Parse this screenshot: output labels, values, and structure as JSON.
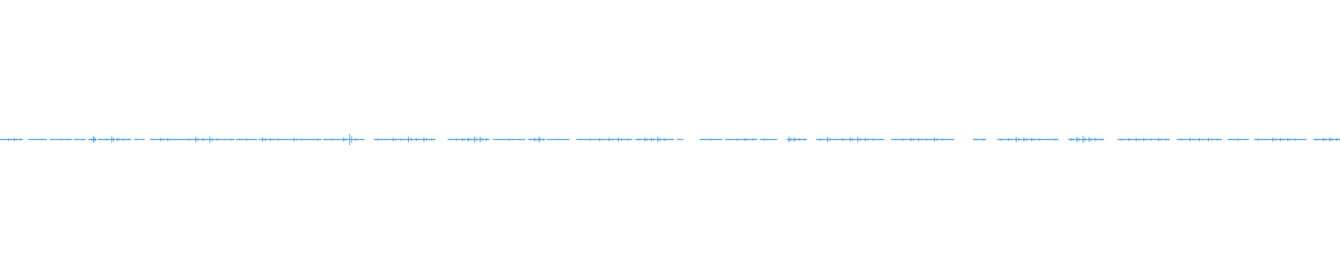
{
  "waveform": {
    "color": "#4a9fd8",
    "segments": [
      {
        "start": 0.0,
        "end": 0.017,
        "peaks": [
          0.2,
          0.35,
          0.5,
          0.3
        ]
      },
      {
        "start": 0.021,
        "end": 0.035,
        "peaks": [
          0.15,
          0.2
        ]
      },
      {
        "start": 0.037,
        "end": 0.054,
        "peaks": [
          0.15,
          0.25,
          0.2
        ]
      },
      {
        "start": 0.055,
        "end": 0.064,
        "peaks": [
          0.15,
          0.2
        ]
      },
      {
        "start": 0.066,
        "end": 0.072,
        "peaks": [
          0.2,
          0.3,
          1.0,
          0.4
        ]
      },
      {
        "start": 0.073,
        "end": 0.098,
        "peaks": [
          0.2,
          0.3,
          0.9,
          0.5,
          0.3,
          0.2
        ]
      },
      {
        "start": 0.1,
        "end": 0.108,
        "peaks": [
          0.2,
          0.15
        ]
      },
      {
        "start": 0.112,
        "end": 0.175,
        "peaks": [
          0.2,
          0.5,
          0.4,
          0.2,
          0.2,
          0.3,
          0.8,
          0.4,
          0.9,
          0.3,
          0.2,
          0.3
        ]
      },
      {
        "start": 0.176,
        "end": 0.192,
        "peaks": [
          0.25,
          0.3,
          0.2
        ]
      },
      {
        "start": 0.193,
        "end": 0.24,
        "peaks": [
          0.6,
          0.4,
          0.3,
          0.2,
          0.5,
          0.3,
          0.2,
          0.3
        ]
      },
      {
        "start": 0.241,
        "end": 0.272,
        "peaks": [
          0.2,
          0.3,
          0.2,
          0.6,
          1.6,
          0.3,
          0.2
        ]
      },
      {
        "start": 0.279,
        "end": 0.325,
        "peaks": [
          0.3,
          0.2,
          0.5,
          0.3,
          0.8,
          0.4,
          0.7,
          0.3
        ]
      },
      {
        "start": 0.334,
        "end": 0.365,
        "peaks": [
          0.2,
          0.3,
          0.4,
          0.6,
          0.9,
          0.8,
          0.4
        ]
      },
      {
        "start": 0.368,
        "end": 0.392,
        "peaks": [
          0.2,
          0.3,
          0.2
        ]
      },
      {
        "start": 0.394,
        "end": 0.407,
        "peaks": [
          0.2,
          0.5,
          0.8,
          0.3
        ]
      },
      {
        "start": 0.408,
        "end": 0.425,
        "peaks": [
          0.15,
          0.2,
          0.15
        ]
      },
      {
        "start": 0.43,
        "end": 0.472,
        "peaks": [
          0.2,
          0.3,
          0.4,
          0.5,
          0.6,
          0.3
        ]
      },
      {
        "start": 0.474,
        "end": 0.503,
        "peaks": [
          0.3,
          0.6,
          0.5,
          0.8,
          0.4,
          0.2
        ]
      },
      {
        "start": 0.505,
        "end": 0.51,
        "peaks": [
          0.15
        ]
      },
      {
        "start": 0.522,
        "end": 0.539,
        "peaks": [
          0.2,
          0.3,
          0.2
        ]
      },
      {
        "start": 0.541,
        "end": 0.565,
        "peaks": [
          0.2,
          0.3,
          0.4,
          0.3
        ]
      },
      {
        "start": 0.567,
        "end": 0.58,
        "peaks": [
          0.3,
          0.2
        ]
      },
      {
        "start": 0.587,
        "end": 0.602,
        "peaks": [
          0.8,
          0.6,
          0.4,
          0.3
        ]
      },
      {
        "start": 0.609,
        "end": 0.66,
        "peaks": [
          0.3,
          0.8,
          0.2,
          0.4,
          0.6,
          0.8,
          0.5,
          0.3,
          0.2
        ]
      },
      {
        "start": 0.665,
        "end": 0.712,
        "peaks": [
          0.2,
          0.3,
          0.5,
          0.4,
          0.3,
          0.6,
          0.3,
          0.2
        ]
      },
      {
        "start": 0.726,
        "end": 0.736,
        "peaks": [
          0.2,
          0.3
        ]
      },
      {
        "start": 0.744,
        "end": 0.79,
        "peaks": [
          0.3,
          0.4,
          0.8,
          0.6,
          0.5,
          0.3,
          0.2,
          0.3
        ]
      },
      {
        "start": 0.797,
        "end": 0.824,
        "peaks": [
          0.4,
          0.8,
          1.0,
          0.7,
          0.5,
          0.3
        ]
      },
      {
        "start": 0.834,
        "end": 0.873,
        "peaks": [
          0.3,
          0.4,
          0.5,
          0.4,
          0.3,
          0.5,
          0.3
        ]
      },
      {
        "start": 0.878,
        "end": 0.912,
        "peaks": [
          0.3,
          0.5,
          0.4,
          0.5,
          0.3
        ]
      },
      {
        "start": 0.916,
        "end": 0.932,
        "peaks": [
          0.2,
          0.3,
          0.2
        ]
      },
      {
        "start": 0.936,
        "end": 0.975,
        "peaks": [
          0.3,
          0.2,
          0.6,
          0.5,
          0.4,
          0.3,
          0.2
        ]
      },
      {
        "start": 0.98,
        "end": 1.0,
        "peaks": [
          0.3,
          0.5,
          0.6,
          0.4
        ]
      }
    ]
  }
}
